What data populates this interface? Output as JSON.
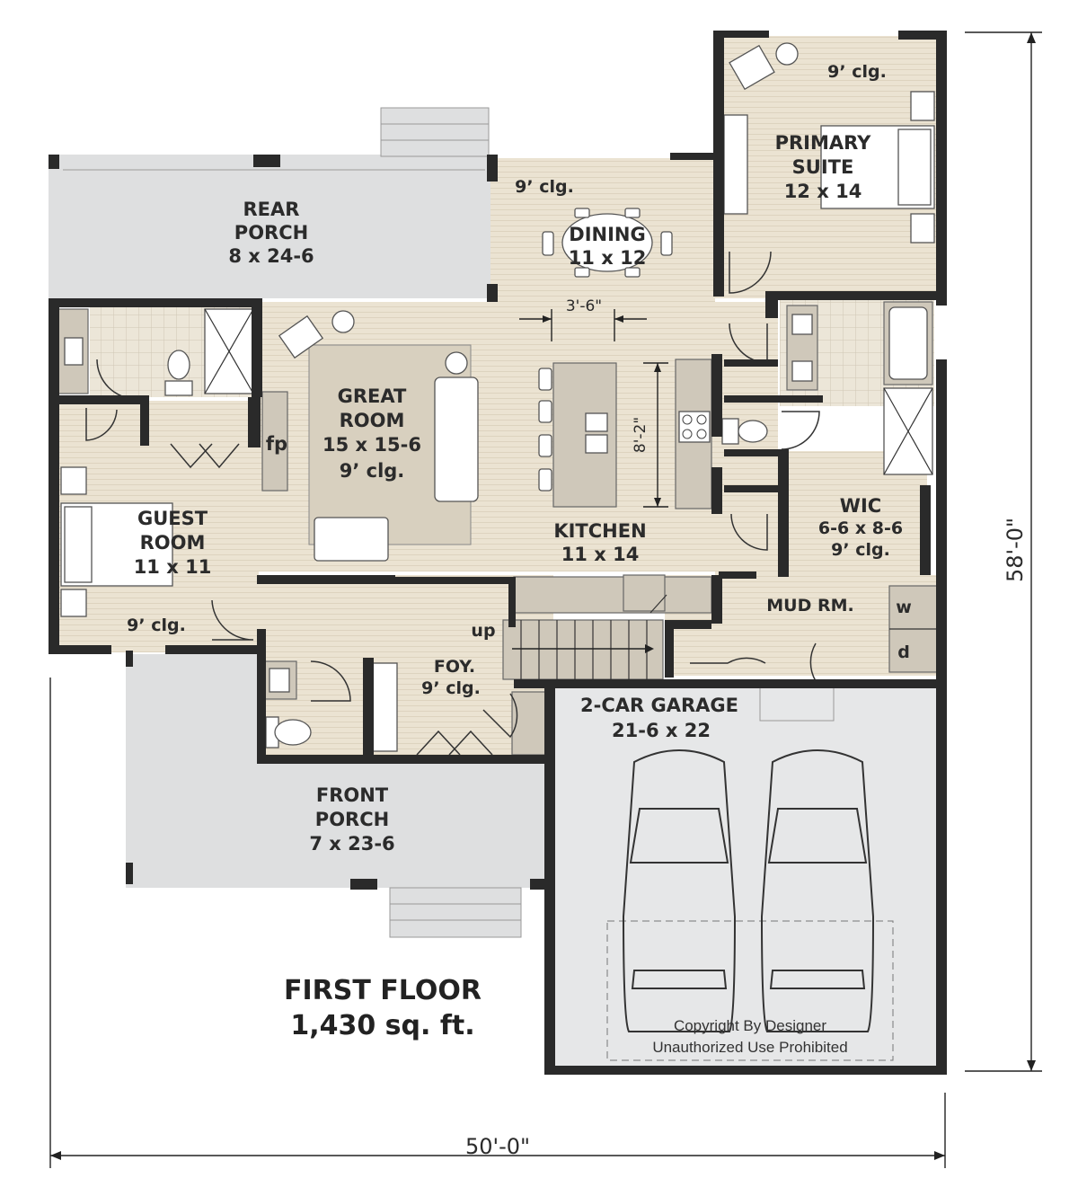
{
  "rooms": {
    "rear_porch": {
      "name_1": "REAR",
      "name_2": "PORCH",
      "size": "8 x 24-6"
    },
    "dining": {
      "name": "DINING",
      "size": "11 x 12",
      "ceiling": "9’ clg."
    },
    "primary_suite": {
      "name_1": "PRIMARY",
      "name_2": "SUITE",
      "size": "12 x 14",
      "ceiling": "9’ clg."
    },
    "great_room": {
      "name_1": "GREAT",
      "name_2": "ROOM",
      "size": "15 x 15-6",
      "ceiling": "9’ clg.",
      "fireplace": "fp"
    },
    "kitchen": {
      "name": "KITCHEN",
      "size": "11 x 14"
    },
    "guest_room": {
      "name_1": "GUEST",
      "name_2": "ROOM",
      "size": "11 x 11",
      "ceiling": "9’ clg."
    },
    "wic": {
      "name": "WIC",
      "size": "6-6 x 8-6",
      "ceiling": "9’ clg."
    },
    "mud_room": {
      "name": "MUD RM.",
      "washer": "w",
      "dryer": "d"
    },
    "foyer": {
      "name": "FOY.",
      "ceiling": "9’ clg.",
      "stairs": "up"
    },
    "garage": {
      "name": "2-CAR GARAGE",
      "size": "21-6 x 22"
    },
    "front_porch": {
      "name_1": "FRONT",
      "name_2": "PORCH",
      "size": "7 x 23-6"
    }
  },
  "dimensions": {
    "overall_width": "50'-0\"",
    "overall_depth": "58'-0\"",
    "island_gap": "3'-6\"",
    "kitchen_span": "8'-2\""
  },
  "plan_title": {
    "line_1": "FIRST FLOOR",
    "line_2": "1,430 sq. ft."
  },
  "copyright": {
    "line_1": "Copyright By Designer",
    "line_2": "Unauthorized Use Prohibited"
  },
  "colors": {
    "floor": "#ebe3d2",
    "walls": "#2a2a2a",
    "porch": "#dedfe0",
    "garage": "#e6e7e8",
    "cabinet": "#cfc8ba"
  }
}
